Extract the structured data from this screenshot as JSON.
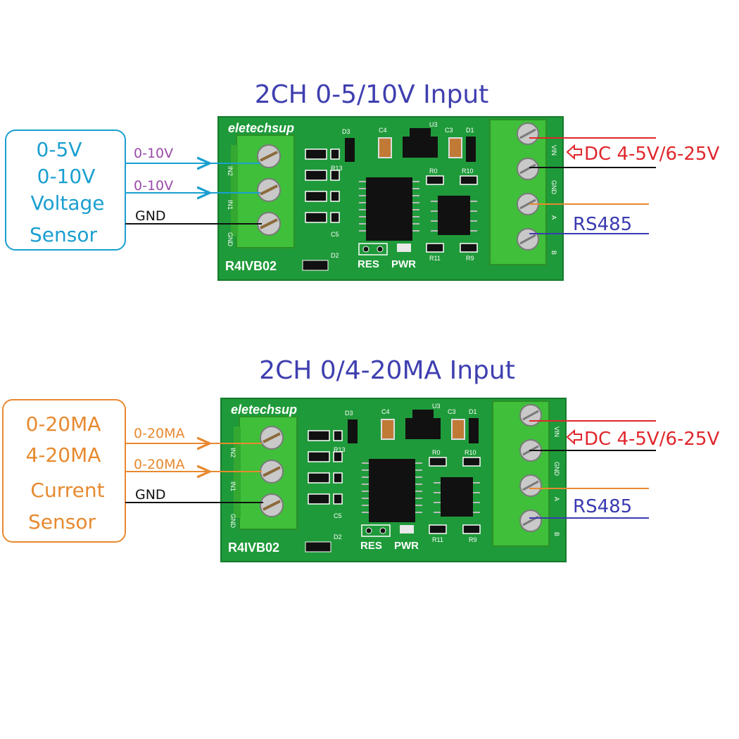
{
  "top": {
    "title": "2CH 0-5/10V Input",
    "sensor_lines": [
      "0-5V",
      "0-10V",
      "Voltage",
      "Sensor"
    ],
    "wire_in1": "0-10V",
    "wire_in2": "0-10V",
    "wire_gnd": "GND",
    "power_label": "DC 4-5V/6-25V",
    "rs485_label": "RS485",
    "colors": {
      "title": "#3f3fb0",
      "sensor": "#1a9fd0",
      "wire_label": "#9a4aa8",
      "power": "#e0262c",
      "rs485": "#3a3ab0",
      "orange": "#e7892f"
    }
  },
  "bottom": {
    "title": "2CH 0/4-20MA Input",
    "sensor_lines": [
      "0-20MA",
      "4-20MA",
      "Current",
      "Sensor"
    ],
    "wire_in1": "0-20MA",
    "wire_in2": "0-20MA",
    "wire_gnd": "GND",
    "power_label": "DC 4-5V/6-25V",
    "rs485_label": "RS485",
    "colors": {
      "title": "#3f3fb0",
      "sensor": "#e7892f",
      "wire_label": "#e7892f",
      "power": "#e0262c",
      "rs485": "#3a3ab0"
    }
  },
  "board": {
    "brand": "eletechsup",
    "model": "R4IVB02",
    "res": "RES",
    "pwr": "PWR",
    "left_terminal_labels": [
      "IN2",
      "IN1",
      "GND"
    ],
    "right_terminal_labels": [
      "VIN",
      "GND",
      "A",
      "B"
    ],
    "refs": [
      "D3",
      "C4",
      "U3",
      "C3",
      "D1",
      "R13",
      "R0",
      "R10",
      "C5",
      "D2",
      "R11",
      "R9"
    ],
    "pcb_color": "#1f9a3a",
    "terminal_color": "#3fbf3a"
  }
}
